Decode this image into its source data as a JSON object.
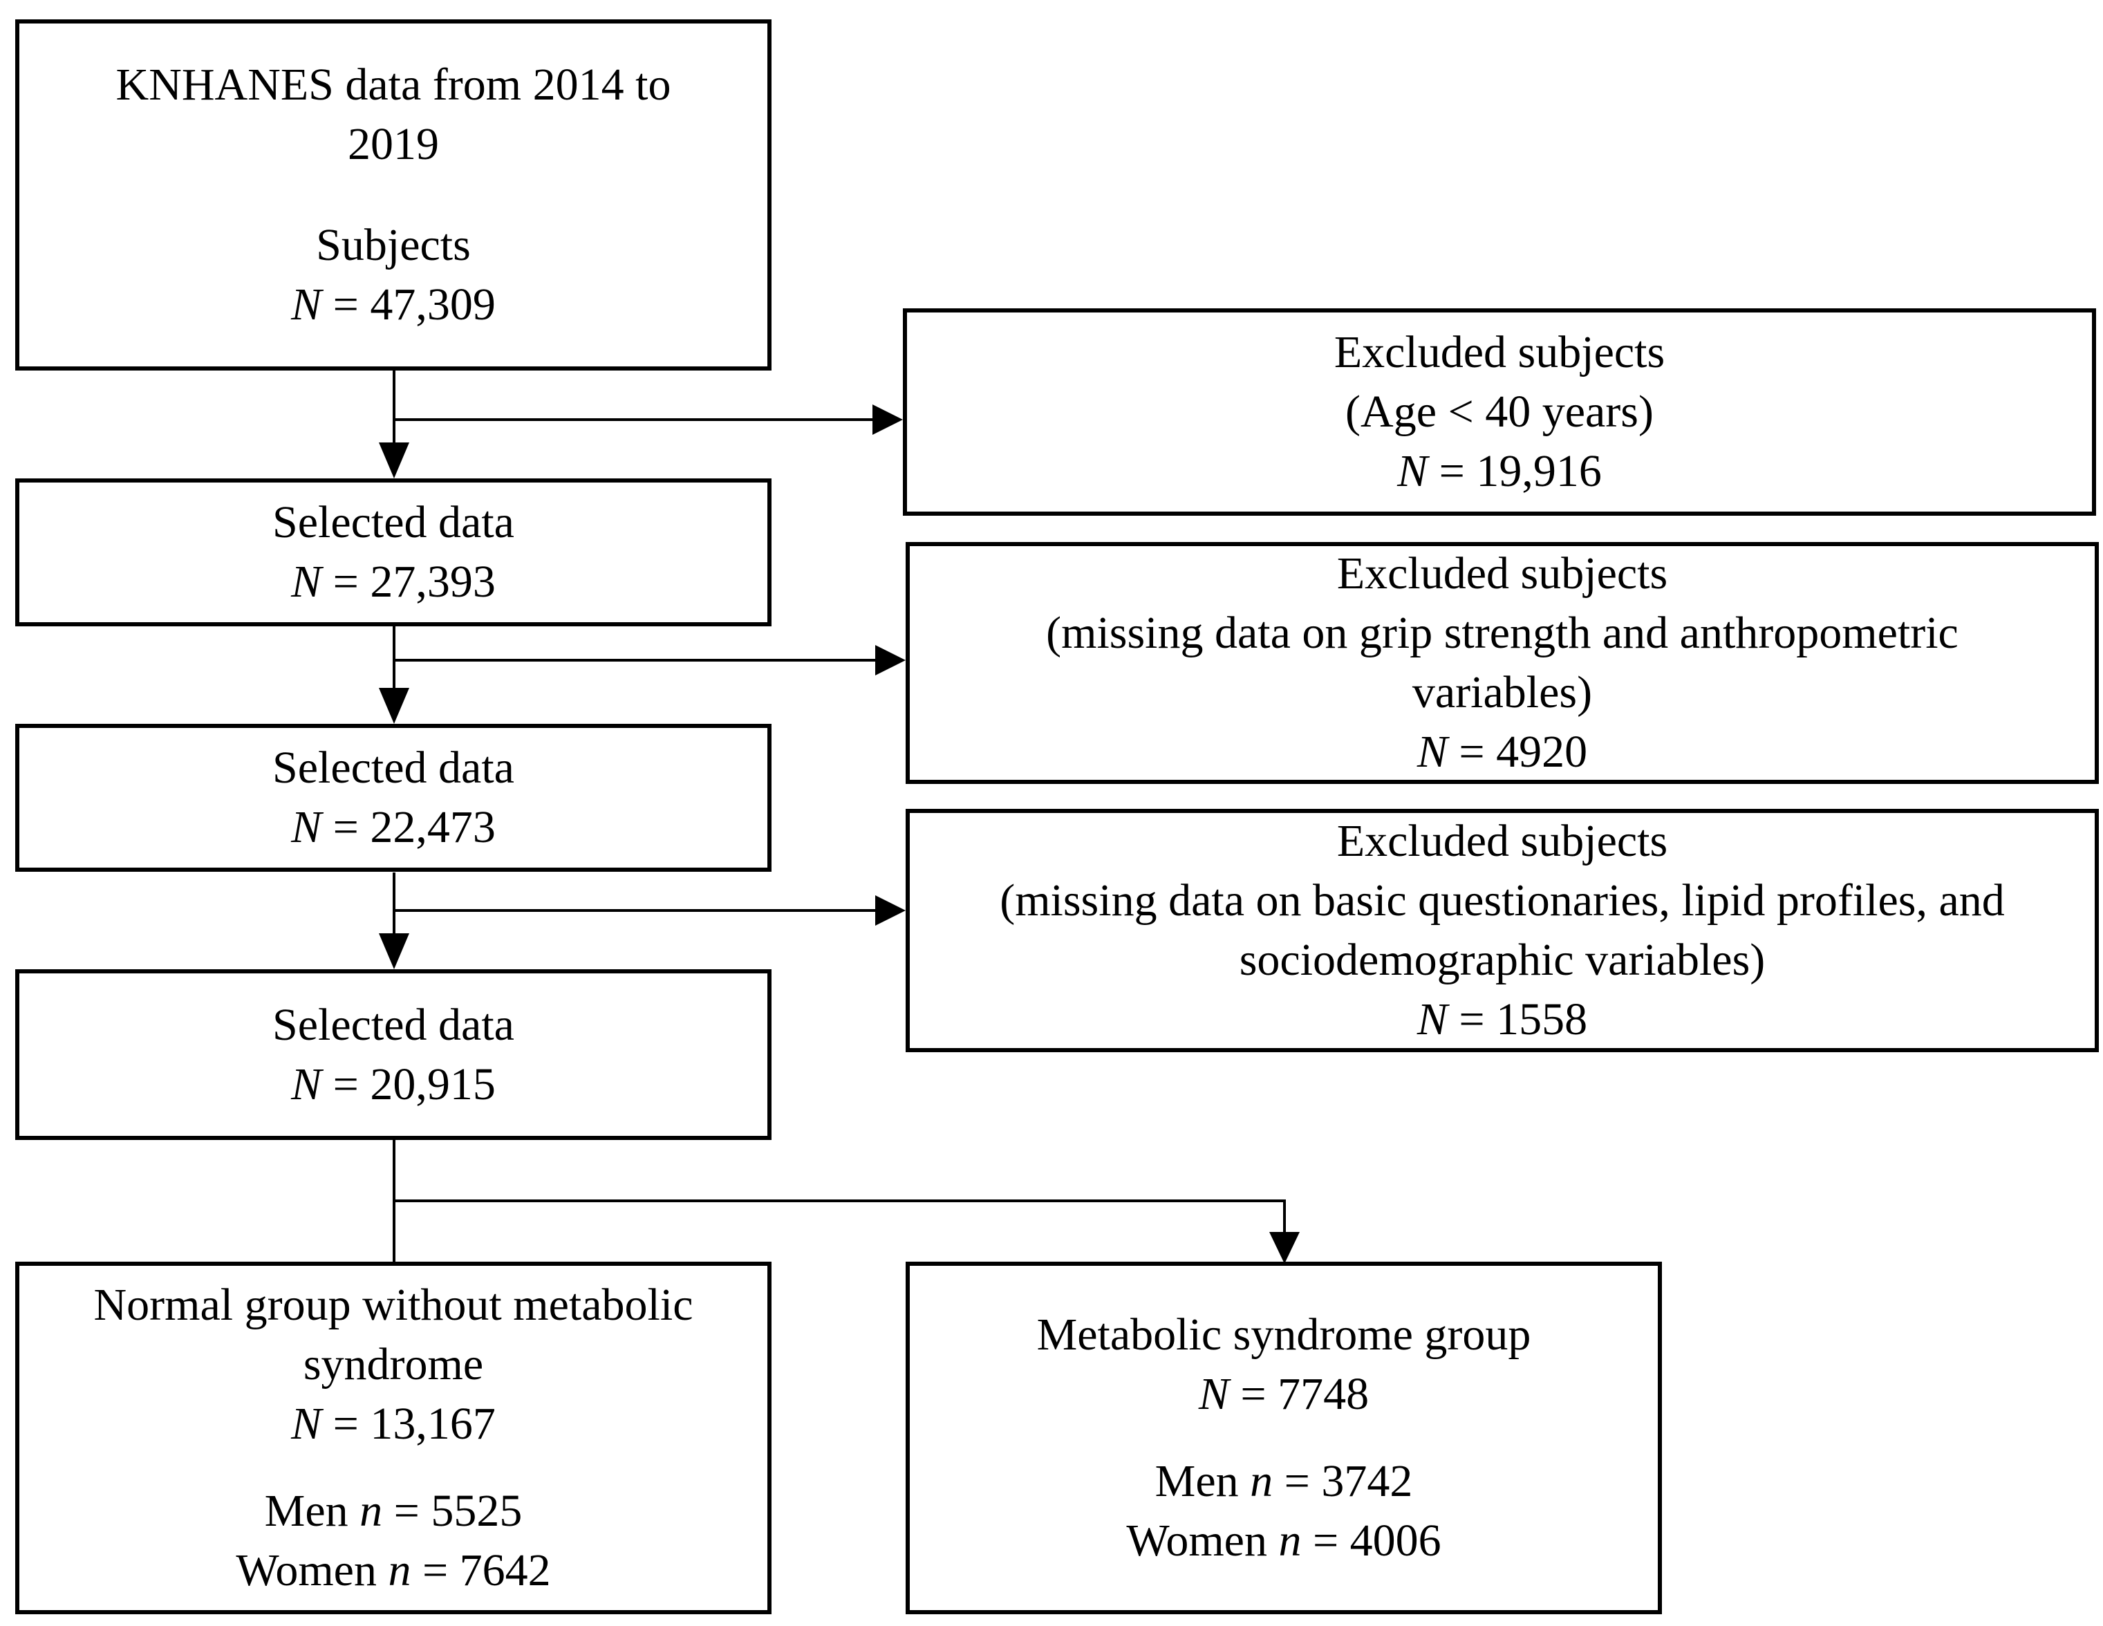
{
  "source": {
    "title_line1": "KNHANES data from 2014 to",
    "title_line2": "2019",
    "label": "Subjects",
    "n_symbol": "N",
    "n_value": " = 47,309"
  },
  "selected": [
    {
      "label": "Selected data",
      "n_symbol": "N",
      "n_value": " = 27,393"
    },
    {
      "label": "Selected data",
      "n_symbol": "N",
      "n_value": " = 22,473"
    },
    {
      "label": "Selected data",
      "n_symbol": "N",
      "n_value": " = 20,915"
    }
  ],
  "excluded": [
    {
      "title": "Excluded subjects",
      "reason_lines": [
        "(Age < 40 years)"
      ],
      "n_symbol": "N",
      "n_value": " = 19,916"
    },
    {
      "title": "Excluded subjects",
      "reason_lines": [
        "(missing data on grip strength and anthropometric",
        "variables)"
      ],
      "n_symbol": "N",
      "n_value": " = 4920"
    },
    {
      "title": "Excluded subjects",
      "reason_lines": [
        "(missing data on basic questionaries, lipid profiles, and",
        "sociodemographic variables)"
      ],
      "n_symbol": "N",
      "n_value": " = 1558"
    }
  ],
  "groups": {
    "normal": {
      "title_line1": "Normal group without metabolic",
      "title_line2": "syndrome",
      "n_symbol": "N",
      "n_value": " = 13,167",
      "men_label": "Men ",
      "men_symbol": "n",
      "men_value": " = 5525",
      "women_label": "Women ",
      "women_symbol": "n",
      "women_value": " = 7642"
    },
    "metabolic": {
      "title": "Metabolic syndrome group",
      "n_symbol": "N",
      "n_value": " = 7748",
      "men_label": "Men ",
      "men_symbol": "n",
      "men_value": " = 3742",
      "women_label": "Women ",
      "women_symbol": "n",
      "women_value": " = 4006"
    }
  }
}
